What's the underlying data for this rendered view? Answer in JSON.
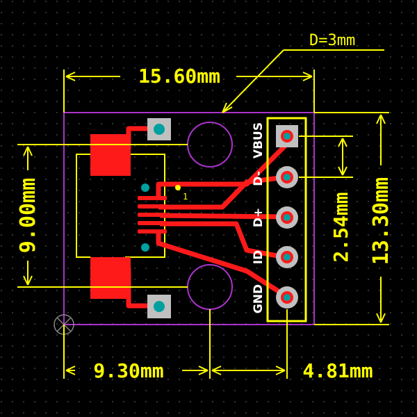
{
  "dimensions": {
    "diameter": "D=3mm",
    "width_total": "15.60mm",
    "height_left": "9.00mm",
    "pitch": "2.54mm",
    "height_total": "13.30mm",
    "bottom_left": "9.30mm",
    "bottom_right": "4.81mm"
  },
  "pins": [
    "VBUS",
    "D-",
    "D+",
    "ID",
    "GND"
  ],
  "pin1_marker": "1",
  "colors": {
    "background": "#000000",
    "grid": "#444444",
    "dimension": "#ffff00",
    "outline": "#aa33cc",
    "copper": "#ff1a1a",
    "pad": "#c0c0c0",
    "drill": "#00a0a0",
    "silkscreen": "#ffffff"
  }
}
